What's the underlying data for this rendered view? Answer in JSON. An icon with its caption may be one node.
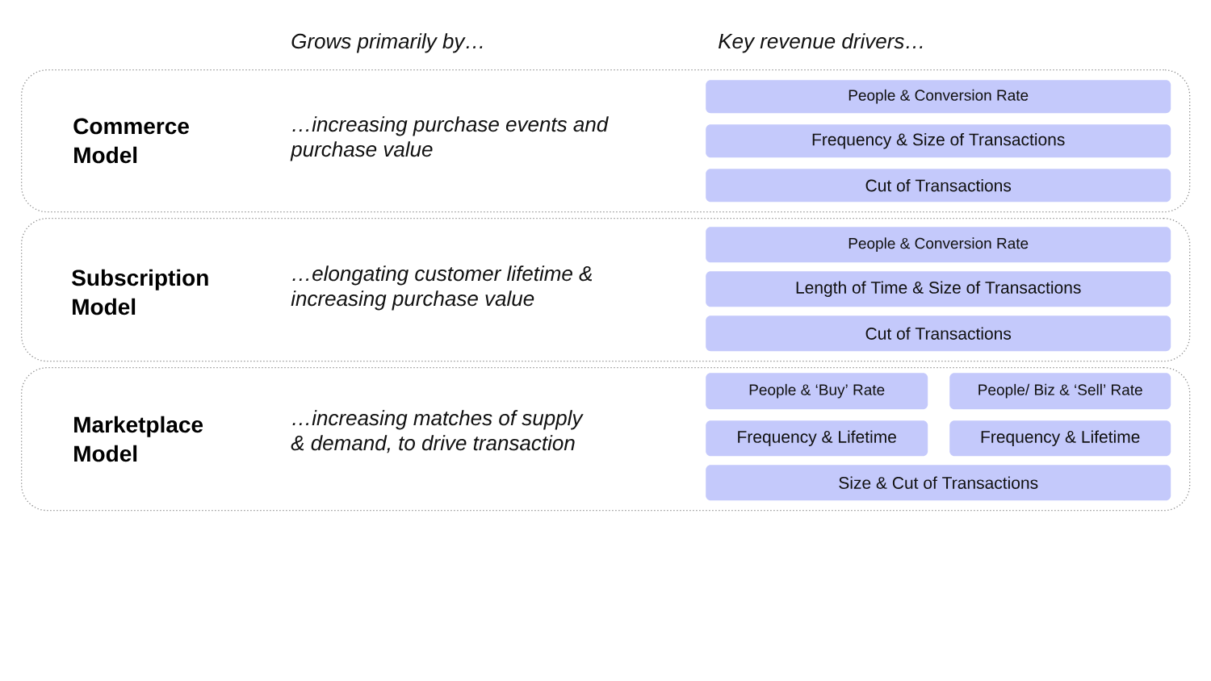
{
  "diagram": {
    "nodes": [
      {
        "text": [
          "Commerce Model",
          "…increasing purchase events and purchase value"
        ]
      },
      {
        "text": [
          "People & Conversion Rate"
        ],
        "in": 0
      },
      {
        "text": [
          "Frequency & Size of Transactions"
        ],
        "in": 0
      },
      {
        "text": [
          "Cut of Transactions"
        ],
        "in": 0
      },
      {
        "text": [
          "Subscription Model",
          "…elongating customer lifetime & increasing purchase value"
        ]
      },
      {
        "text": [
          "People & Conversion Rate"
        ],
        "in": 4
      },
      {
        "text": [
          "Length of Time & Size of Transactions"
        ],
        "in": 4
      },
      {
        "text": [
          "Cut of Transactions"
        ],
        "in": 4
      },
      {
        "text": [
          "Marketplace Model",
          "…increasing matches of supply & demand, to drive transaction"
        ]
      },
      {
        "text": [
          "People & ‘Buy’ Rate"
        ],
        "in": 8
      },
      {
        "text": [
          "People/ Biz & ‘Sell’ Rate"
        ],
        "in": 8
      },
      {
        "text": [
          "Frequency & Lifetime"
        ],
        "in": 8
      },
      {
        "text": [
          "Frequency & Lifetime"
        ],
        "in": 8
      },
      {
        "text": [
          "Size & Cut of Transactions"
        ],
        "in": 8
      }
    ],
    "labels": [
      "Grows primarily by…",
      "Key revenue drivers…"
    ]
  }
}
